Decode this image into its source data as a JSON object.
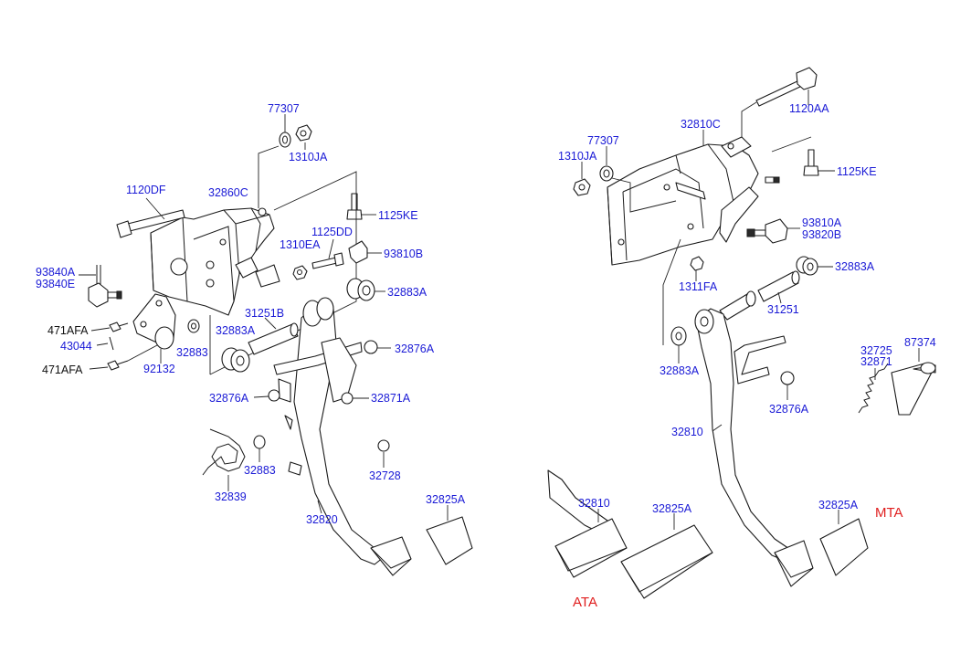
{
  "left_assembly": {
    "labels": {
      "l77307": "77307",
      "l1310JA": "1310JA",
      "l1120DF": "1120DF",
      "l32860C": "32860C",
      "l1125KE": "1125KE",
      "l1125DD": "1125DD",
      "l1310EA": "1310EA",
      "l93810B": "93810B",
      "l93840A": "93840A",
      "l93840E": "93840E",
      "l32883A_a": "32883A",
      "l31251B": "31251B",
      "l32883A_b": "32883A",
      "l471AFA_a": "471AFA",
      "l43044": "43044",
      "l32883_a": "32883",
      "l32876A_a": "32876A",
      "l471AFA_b": "471AFA",
      "l92132": "92132",
      "l32876A_b": "32876A",
      "l32871A": "32871A",
      "l32728": "32728",
      "l32883_b": "32883",
      "l32839": "32839",
      "l32825A": "32825A",
      "l32820": "32820"
    }
  },
  "right_assembly": {
    "labels": {
      "r1120AA": "1120AA",
      "r32810C": "32810C",
      "r77307": "77307",
      "r1310JA": "1310JA",
      "r1125KE": "1125KE",
      "r93810A": "93810A",
      "r93820B": "93820B",
      "r32883A_a": "32883A",
      "r1311FA": "1311FA",
      "r31251": "31251",
      "r32725": "32725",
      "r32871": "32871",
      "r87374": "87374",
      "r32883A_b": "32883A",
      "r32876A": "32876A",
      "r32810_a": "32810",
      "r32810_b": "32810",
      "r32825A_a": "32825A",
      "r32825A_b": "32825A",
      "rMTA": "MTA",
      "rATA": "ATA"
    }
  }
}
